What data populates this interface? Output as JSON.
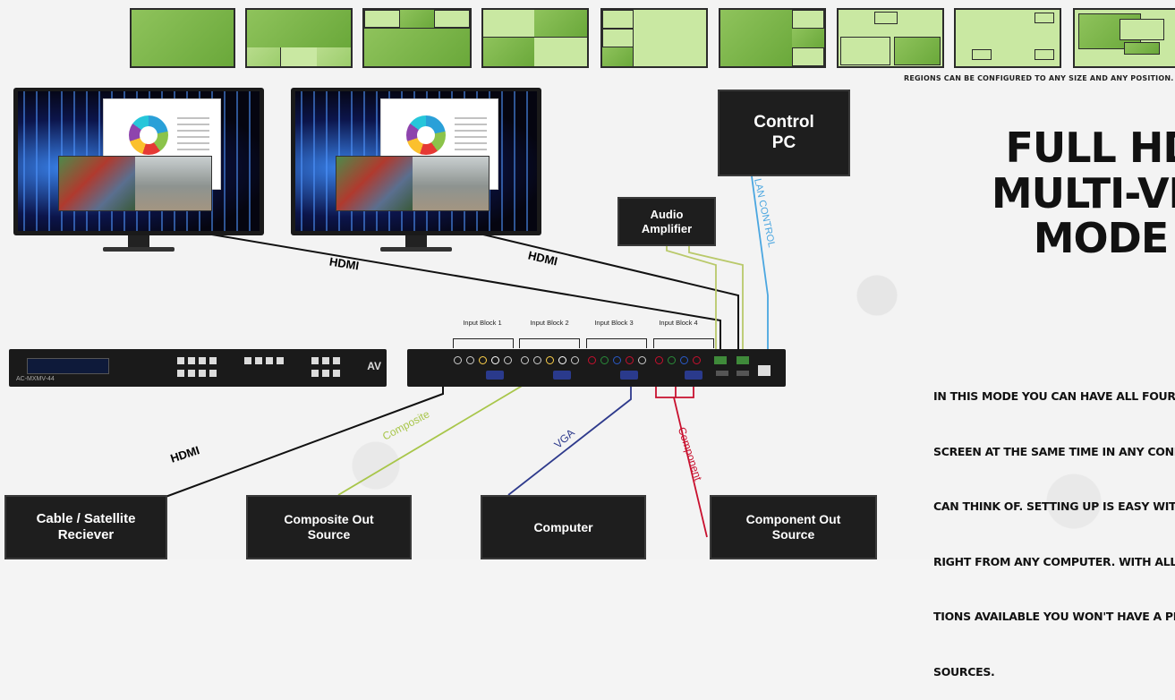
{
  "layout_thumbnails_caption": "REGIONS CAN BE CONFIGURED TO ANY SIZE AND ANY POSITION.",
  "boxes": {
    "control_pc": "Control PC",
    "audio_amplifier": "Audio Amplifier",
    "cable_satellite": "Cable / Satellite Reciever",
    "composite_source": "Composite Out Source",
    "computer": "Computer",
    "component_source": "Component Out Source"
  },
  "wires": {
    "hdmi_1": "HDMI",
    "hdmi_2": "HDMI",
    "hdmi_3": "HDMI",
    "lan": "LAN CONTROL",
    "composite": "Composite",
    "vga": "VGA",
    "component": "Component"
  },
  "input_blocks": [
    "Input Block 1",
    "Input Block 2",
    "Input Block 3",
    "Input Block 4"
  ],
  "front_panel_label": "AC-MXMV-44",
  "title_lines": [
    "FULL HD",
    "MULTI-VIE",
    "MODE"
  ],
  "description_lines": [
    "IN THIS MODE YOU CAN HAVE ALL FOUR SO",
    "SCREEN AT THE SAME TIME IN ANY CONFIG",
    "CAN THINK OF. SETTING UP IS EASY WITH C",
    "RIGHT FROM ANY COMPUTER. WITH ALL TH",
    "TIONS AVAILABLE YOU WON'T HAVE A PROI",
    "SOURCES."
  ],
  "colors": {
    "hdmi": "#111111",
    "lan": "#4aa6e0",
    "composite": "#a8c64a",
    "vga": "#2e3a8c",
    "component": "#c8102e",
    "audio": "#b9c96a",
    "thumb_green": "#8fc35c"
  }
}
